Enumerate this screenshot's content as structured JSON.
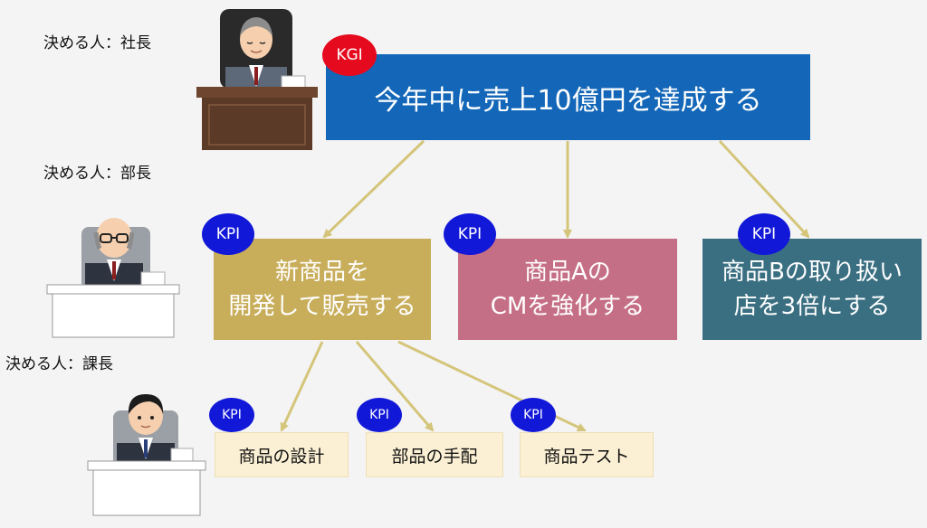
{
  "roles": {
    "president": "決める人：社長",
    "director": "決める人：部長",
    "manager": "決める人：課長"
  },
  "kgi": {
    "badge": "KGI",
    "text": "今年中に売上10億円を達成する"
  },
  "kpis": [
    {
      "badge": "KPI",
      "text": "新商品を\n開発して販売する"
    },
    {
      "badge": "KPI",
      "text": "商品Aの\nCMを強化する"
    },
    {
      "badge": "KPI",
      "text": "商品Bの取り扱い\n店を3倍にする"
    }
  ],
  "tasks": [
    {
      "badge": "KPI",
      "text": "商品の設計"
    },
    {
      "badge": "KPI",
      "text": "部品の手配"
    },
    {
      "badge": "KPI",
      "text": "商品テスト"
    }
  ],
  "colors": {
    "kgi_box": "#1467b8",
    "kpi_new_product": "#c8ad5a",
    "kpi_product_a": "#c56f86",
    "kpi_product_b": "#3a6f82",
    "task_box": "#fbf0d4",
    "badge_kgi": "#e50a1e",
    "badge_kpi": "#1218d8",
    "arrow": "#d4c57a"
  }
}
